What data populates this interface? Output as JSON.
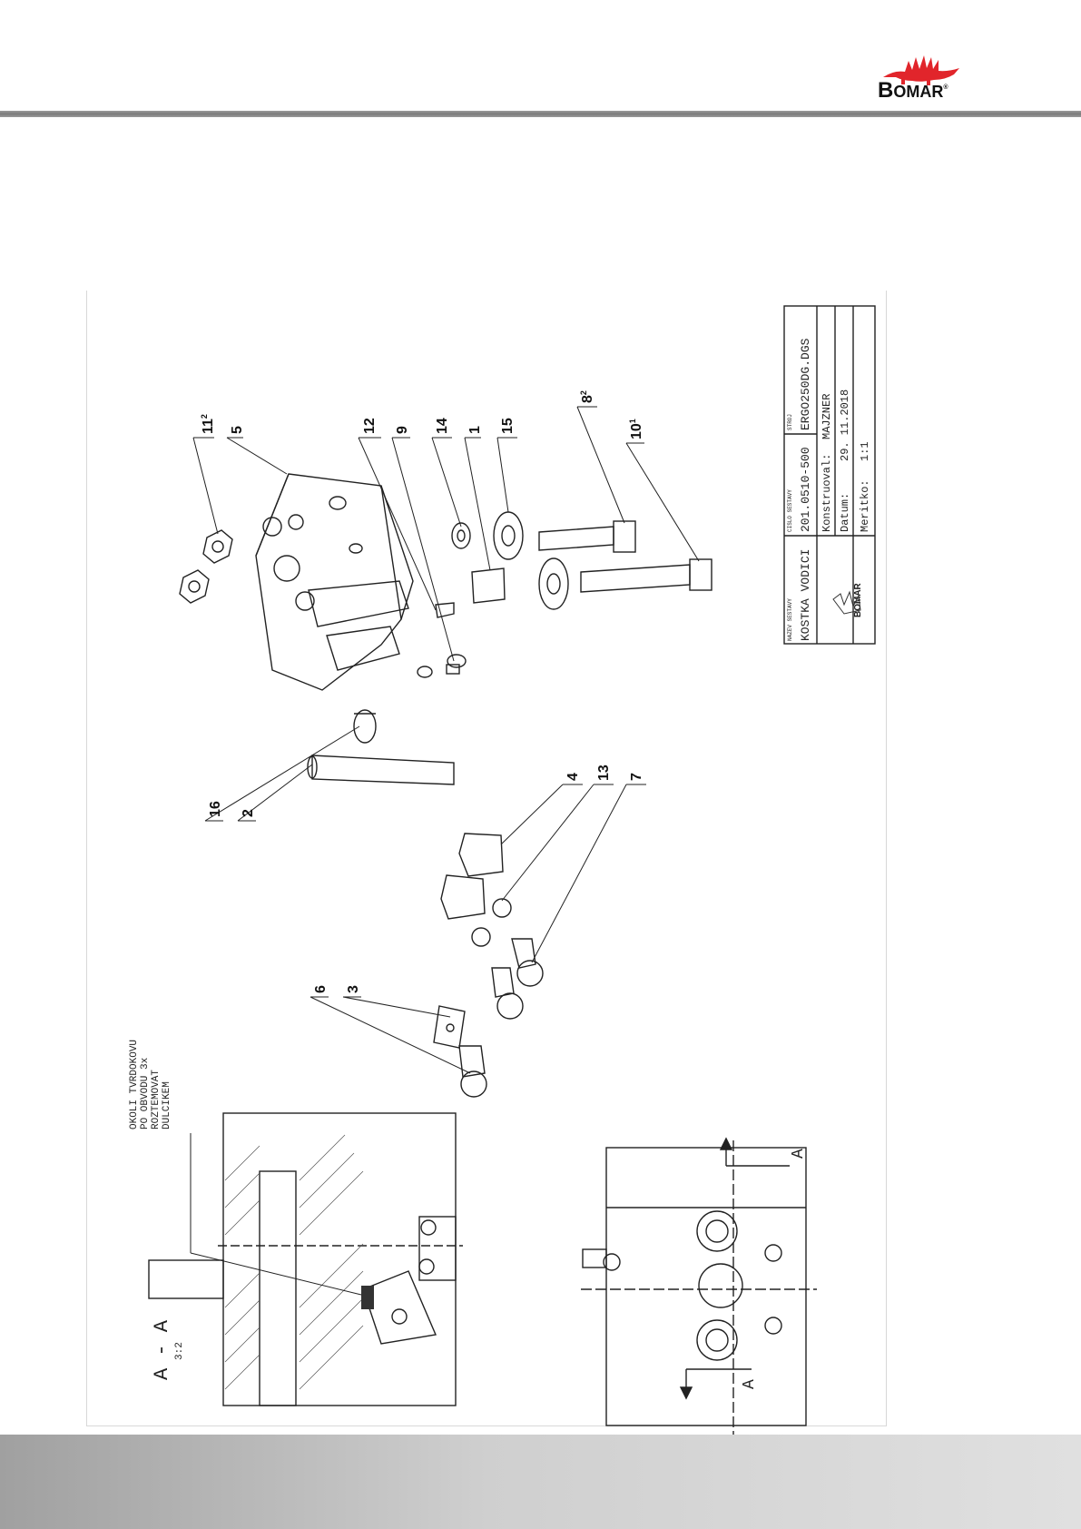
{
  "brand": {
    "name_big_letter": "B",
    "name_rest": "OMAR",
    "registered": "®"
  },
  "title_block": {
    "name_label": "NAZEV SESTAVY",
    "name_value": "KOSTKA VODICI",
    "number_label": "CISLO SESTAVY",
    "number_value": "201.0510-500",
    "machine_label": "STROJ",
    "machine_value": "ERGO250DG.DGS",
    "designer_label": "Konstruoval:",
    "designer_value": "MAJZNER",
    "date_label": "Datum:",
    "date_value": "29. 11.2018",
    "scale_label": "Meritko:",
    "scale_value": "1:1",
    "small_logo": "BOMAR"
  },
  "section": {
    "title": "A - A",
    "scale": "3:2",
    "note_lines": [
      "OKOLI TVRDOKOVU",
      "PO OBVODU 3x",
      "ROZTEMOVAT",
      "DULCIKEM"
    ],
    "marker_a_top": "A",
    "marker_a_bottom": "A"
  },
  "balloons": [
    {
      "num": "11",
      "sup": "2"
    },
    {
      "num": "5",
      "sup": ""
    },
    {
      "num": "12",
      "sup": ""
    },
    {
      "num": "9",
      "sup": ""
    },
    {
      "num": "14",
      "sup": ""
    },
    {
      "num": "1",
      "sup": ""
    },
    {
      "num": "15",
      "sup": ""
    },
    {
      "num": "8",
      "sup": "2"
    },
    {
      "num": "10",
      "sup": "1"
    },
    {
      "num": "16",
      "sup": ""
    },
    {
      "num": "2",
      "sup": ""
    },
    {
      "num": "4",
      "sup": ""
    },
    {
      "num": "13",
      "sup": ""
    },
    {
      "num": "7",
      "sup": ""
    },
    {
      "num": "6",
      "sup": ""
    },
    {
      "num": "3",
      "sup": ""
    }
  ]
}
